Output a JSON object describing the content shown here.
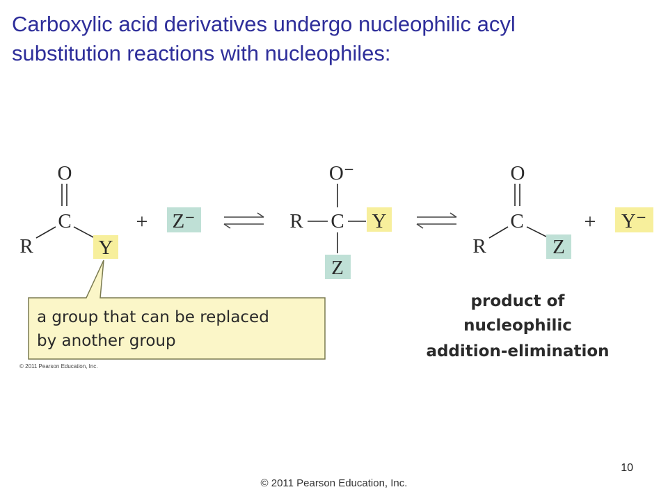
{
  "slide": {
    "title_line1": "Carboxylic acid derivatives undergo nucleophilic acyl",
    "title_line2": "substitution reactions with nucleophiles:",
    "page_number": "10",
    "footer": "© 2011 Pearson Education, Inc."
  },
  "scheme": {
    "reactant": {
      "O": "O",
      "C": "C",
      "R": "R",
      "Y": "Y"
    },
    "plus_1": "+",
    "nucleophile": "Z⁻",
    "intermediate": {
      "O_minus": "O⁻",
      "R": "R",
      "C": "C",
      "Y": "Y",
      "Z": "Z"
    },
    "product": {
      "O": "O",
      "C": "C",
      "R": "R",
      "Z": "Z"
    },
    "plus_2": "+",
    "leaving_group": "Y⁻",
    "callout_line1": "a group that can be replaced",
    "callout_line2": "by another group",
    "figure_credit": "© 2011 Pearson Education, Inc.",
    "product_label_line1": "product of",
    "product_label_line2": "nucleophilic",
    "product_label_line3": "addition-elimination"
  },
  "colors": {
    "title": "#2e2e9a",
    "highlight_yellow": "#f7ef9c",
    "highlight_teal": "#bfe0d6",
    "callout_fill": "#fbf6c8",
    "callout_stroke": "#7a7a50"
  }
}
